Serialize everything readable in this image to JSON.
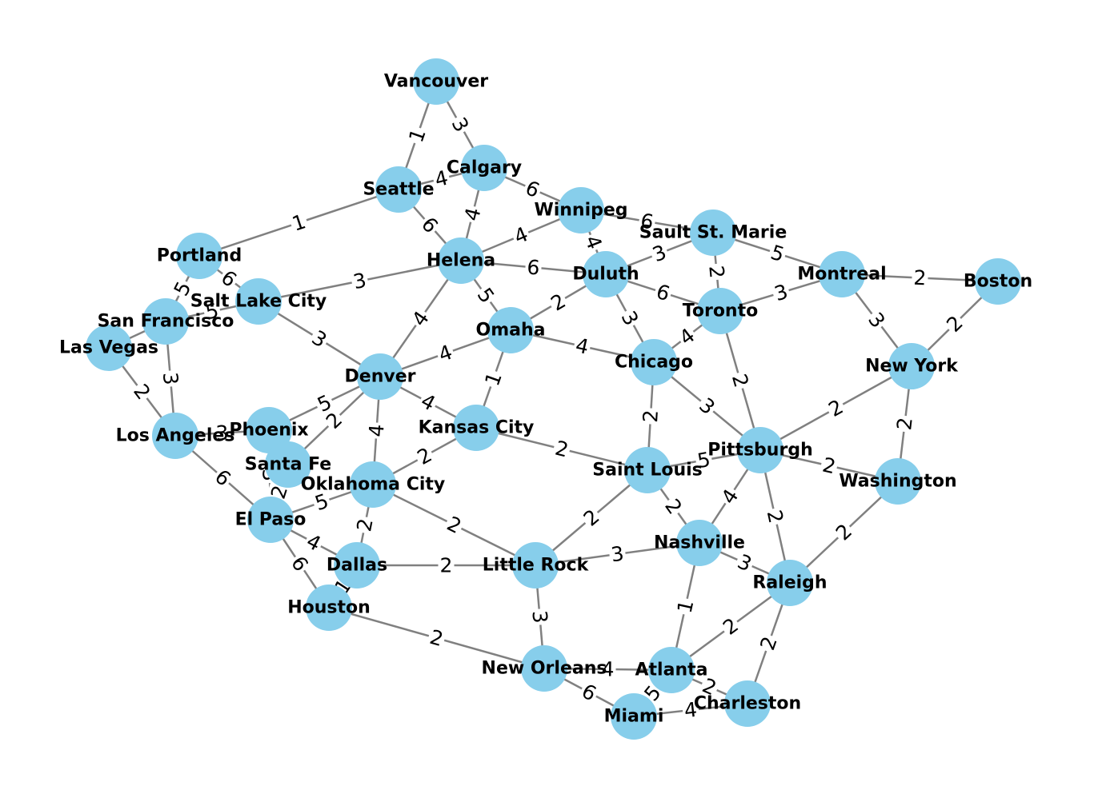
{
  "graph": {
    "colors": {
      "node": "#87CEEB",
      "edge": "#808080",
      "text": "#000000"
    },
    "nodes": [
      "Vancouver",
      "Calgary",
      "Seattle",
      "Winnipeg",
      "Portland",
      "Helena",
      "Sault St. Marie",
      "Duluth",
      "Montreal",
      "Boston",
      "Salt Lake City",
      "San Francisco",
      "Las Vegas",
      "Toronto",
      "Omaha",
      "Chicago",
      "Denver",
      "New York",
      "Kansas City",
      "Los Angeles",
      "Phoenix",
      "Pittsburgh",
      "Saint Louis",
      "Santa Fe",
      "Washington",
      "Oklahoma City",
      "El Paso",
      "Nashville",
      "Dallas",
      "Little Rock",
      "Raleigh",
      "Houston",
      "New Orleans",
      "Atlanta",
      "Charleston",
      "Miami"
    ],
    "edges": [
      {
        "source": "Vancouver",
        "target": "Seattle",
        "weight": "1"
      },
      {
        "source": "Vancouver",
        "target": "Calgary",
        "weight": "3"
      },
      {
        "source": "Seattle",
        "target": "Calgary",
        "weight": "4"
      },
      {
        "source": "Seattle",
        "target": "Portland",
        "weight": "1"
      },
      {
        "source": "Seattle",
        "target": "Helena",
        "weight": "6"
      },
      {
        "source": "Calgary",
        "target": "Helena",
        "weight": "4"
      },
      {
        "source": "Calgary",
        "target": "Winnipeg",
        "weight": "6"
      },
      {
        "source": "Winnipeg",
        "target": "Helena",
        "weight": "4"
      },
      {
        "source": "Winnipeg",
        "target": "Sault St. Marie",
        "weight": "6"
      },
      {
        "source": "Winnipeg",
        "target": "Duluth",
        "weight": "4"
      },
      {
        "source": "Portland",
        "target": "San Francisco",
        "weight": "5"
      },
      {
        "source": "Portland",
        "target": "Salt Lake City",
        "weight": "6"
      },
      {
        "source": "Helena",
        "target": "Salt Lake City",
        "weight": "3"
      },
      {
        "source": "Helena",
        "target": "Duluth",
        "weight": "6"
      },
      {
        "source": "Helena",
        "target": "Omaha",
        "weight": "5"
      },
      {
        "source": "Helena",
        "target": "Denver",
        "weight": "4"
      },
      {
        "source": "Sault St. Marie",
        "target": "Duluth",
        "weight": "3"
      },
      {
        "source": "Sault St. Marie",
        "target": "Toronto",
        "weight": "2"
      },
      {
        "source": "Sault St. Marie",
        "target": "Montreal",
        "weight": "5"
      },
      {
        "source": "Montreal",
        "target": "Boston",
        "weight": "2"
      },
      {
        "source": "Montreal",
        "target": "Toronto",
        "weight": "3"
      },
      {
        "source": "Montreal",
        "target": "New York",
        "weight": "3"
      },
      {
        "source": "Boston",
        "target": "New York",
        "weight": "2"
      },
      {
        "source": "Duluth",
        "target": "Toronto",
        "weight": "6"
      },
      {
        "source": "Duluth",
        "target": "Omaha",
        "weight": "2"
      },
      {
        "source": "Duluth",
        "target": "Chicago",
        "weight": "3"
      },
      {
        "source": "Salt Lake City",
        "target": "San Francisco",
        "weight": "5"
      },
      {
        "source": "Salt Lake City",
        "target": "Denver",
        "weight": "3"
      },
      {
        "source": "San Francisco",
        "target": "Las Vegas",
        "weight": ""
      },
      {
        "source": "San Francisco",
        "target": "Los Angeles",
        "weight": "3"
      },
      {
        "source": "Las Vegas",
        "target": "Los Angeles",
        "weight": "2"
      },
      {
        "source": "Toronto",
        "target": "Chicago",
        "weight": "4"
      },
      {
        "source": "Toronto",
        "target": "Pittsburgh",
        "weight": "2"
      },
      {
        "source": "Omaha",
        "target": "Chicago",
        "weight": "4"
      },
      {
        "source": "Omaha",
        "target": "Denver",
        "weight": "4"
      },
      {
        "source": "Omaha",
        "target": "Kansas City",
        "weight": "1"
      },
      {
        "source": "Chicago",
        "target": "Pittsburgh",
        "weight": "3"
      },
      {
        "source": "Chicago",
        "target": "Saint Louis",
        "weight": "2"
      },
      {
        "source": "Denver",
        "target": "Kansas City",
        "weight": "4"
      },
      {
        "source": "Denver",
        "target": "Phoenix",
        "weight": "5"
      },
      {
        "source": "Denver",
        "target": "Santa Fe",
        "weight": "2"
      },
      {
        "source": "Denver",
        "target": "Oklahoma City",
        "weight": "4"
      },
      {
        "source": "New York",
        "target": "Pittsburgh",
        "weight": "2"
      },
      {
        "source": "New York",
        "target": "Washington",
        "weight": "2"
      },
      {
        "source": "Kansas City",
        "target": "Saint Louis",
        "weight": "2"
      },
      {
        "source": "Kansas City",
        "target": "Oklahoma City",
        "weight": "2"
      },
      {
        "source": "Los Angeles",
        "target": "Phoenix",
        "weight": "3"
      },
      {
        "source": "Los Angeles",
        "target": "El Paso",
        "weight": "6"
      },
      {
        "source": "Phoenix",
        "target": "El Paso",
        "weight": "3"
      },
      {
        "source": "Pittsburgh",
        "target": "Saint Louis",
        "weight": "5"
      },
      {
        "source": "Pittsburgh",
        "target": "Washington",
        "weight": "2"
      },
      {
        "source": "Pittsburgh",
        "target": "Nashville",
        "weight": "4"
      },
      {
        "source": "Pittsburgh",
        "target": "Raleigh",
        "weight": "2"
      },
      {
        "source": "Saint Louis",
        "target": "Nashville",
        "weight": "2"
      },
      {
        "source": "Saint Louis",
        "target": "Little Rock",
        "weight": "2"
      },
      {
        "source": "Santa Fe",
        "target": "El Paso",
        "weight": "2"
      },
      {
        "source": "Washington",
        "target": "Raleigh",
        "weight": "2"
      },
      {
        "source": "Oklahoma City",
        "target": "El Paso",
        "weight": "5"
      },
      {
        "source": "Oklahoma City",
        "target": "Dallas",
        "weight": "2"
      },
      {
        "source": "Oklahoma City",
        "target": "Little Rock",
        "weight": "2"
      },
      {
        "source": "El Paso",
        "target": "Dallas",
        "weight": "4"
      },
      {
        "source": "El Paso",
        "target": "Houston",
        "weight": "6"
      },
      {
        "source": "Nashville",
        "target": "Little Rock",
        "weight": "3"
      },
      {
        "source": "Nashville",
        "target": "Raleigh",
        "weight": "3"
      },
      {
        "source": "Nashville",
        "target": "Atlanta",
        "weight": "1"
      },
      {
        "source": "Dallas",
        "target": "Little Rock",
        "weight": "2"
      },
      {
        "source": "Dallas",
        "target": "Houston",
        "weight": "1"
      },
      {
        "source": "Little Rock",
        "target": "New Orleans",
        "weight": "3"
      },
      {
        "source": "Raleigh",
        "target": "Atlanta",
        "weight": "2"
      },
      {
        "source": "Raleigh",
        "target": "Charleston",
        "weight": "2"
      },
      {
        "source": "Houston",
        "target": "New Orleans",
        "weight": "2"
      },
      {
        "source": "New Orleans",
        "target": "Atlanta",
        "weight": "4"
      },
      {
        "source": "New Orleans",
        "target": "Miami",
        "weight": "6"
      },
      {
        "source": "Atlanta",
        "target": "Miami",
        "weight": "5"
      },
      {
        "source": "Atlanta",
        "target": "Charleston",
        "weight": "2"
      },
      {
        "source": "Charleston",
        "target": "Miami",
        "weight": "4"
      }
    ]
  }
}
